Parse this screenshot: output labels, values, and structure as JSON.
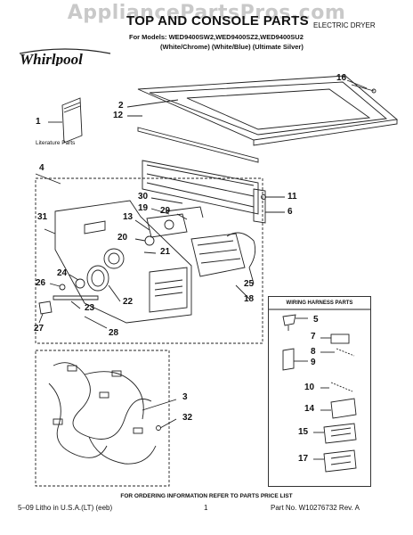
{
  "watermark": "AppliancePartsPros.com",
  "header": {
    "title": "TOP AND CONSOLE PARTS",
    "category": "ELECTRIC DRYER",
    "models": "For Models: WED9400SW2,WED9400SZ2,WED9400SU2",
    "variants": "(White/Chrome)  (White/Blue)  (Ultimate Silver)",
    "logo": "Whirlpool"
  },
  "literature_label": "Literature Parts",
  "harness": {
    "title": "WIRING HARNESS PARTS",
    "callouts": [
      "5",
      "7",
      "8",
      "9",
      "10",
      "14",
      "15",
      "17"
    ]
  },
  "callouts": [
    "1",
    "2",
    "12",
    "16",
    "4",
    "30",
    "11",
    "19",
    "29",
    "6",
    "31",
    "13",
    "20",
    "21",
    "24",
    "26",
    "22",
    "25",
    "23",
    "18",
    "27",
    "28",
    "3",
    "32"
  ],
  "footer": {
    "ordering": "FOR ORDERING INFORMATION REFER TO PARTS PRICE LIST",
    "litho": "5–09 Litho in U.S.A.(LT) (eeb)",
    "page": "1",
    "part_no": "Part No. W10276732 Rev. A"
  },
  "colors": {
    "line": "#222222",
    "watermark": "#c9c9c9"
  }
}
